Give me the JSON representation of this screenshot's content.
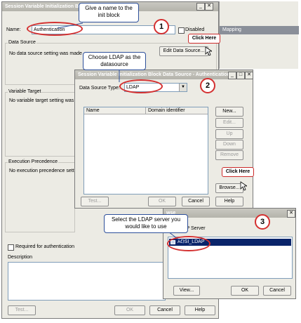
{
  "main_dialog": {
    "title": "Session Variable Initialization Block",
    "name_label": "Name:",
    "name_value": "Authentication",
    "disabled_label": "Disabled",
    "datasource_group": "Data Source",
    "datasource_text": "No data source setting was made",
    "edit_datasource_button": "Edit Data Source...",
    "variable_target_group": "Variable Target",
    "variable_target_text": "No variable target setting was",
    "execution_group": "Execution Precedence",
    "execution_text": "No execution precedence setti",
    "required_auth_label": "Required for authentication",
    "description_label": "Description",
    "test_button": "Test...",
    "ok_button": "OK",
    "cancel_button": "Cancel",
    "help_button": "Help",
    "background_text": "Mapping"
  },
  "datasource_dialog": {
    "title": "Session Variable Initialization Block Data Source - Authentication",
    "type_label": "Data Source Type:",
    "type_value": "LDAP",
    "columns": [
      "Name",
      "Domain identifier"
    ],
    "new_button": "New...",
    "edit_button": "Edit...",
    "up_button": "Up",
    "down_button": "Down",
    "remove_button": "Remove",
    "browse_button": "Browse...",
    "test_button": "Test...",
    "ok_button": "OK",
    "cancel_button": "Cancel",
    "help_button": "Help"
  },
  "browse_dialog": {
    "title": "wse",
    "select_label": "lect LDAP Server",
    "server_item": "ADSI_LDAP",
    "view_button": "View...",
    "ok_button": "OK",
    "cancel_button": "Cancel"
  },
  "annotations": {
    "callout_name": "Give a name to the init block",
    "callout_ldap": "Choose LDAP as the datasource",
    "callout_server": "Select the LDAP server you would like to use",
    "click_here_1": "Click Here",
    "click_here_2": "Click Here",
    "step_1": "1",
    "step_2": "2",
    "step_3": "3"
  },
  "colors": {
    "accent_red": "#d43030",
    "callout_border": "#2d4f9a",
    "selection": "#0a246a"
  }
}
